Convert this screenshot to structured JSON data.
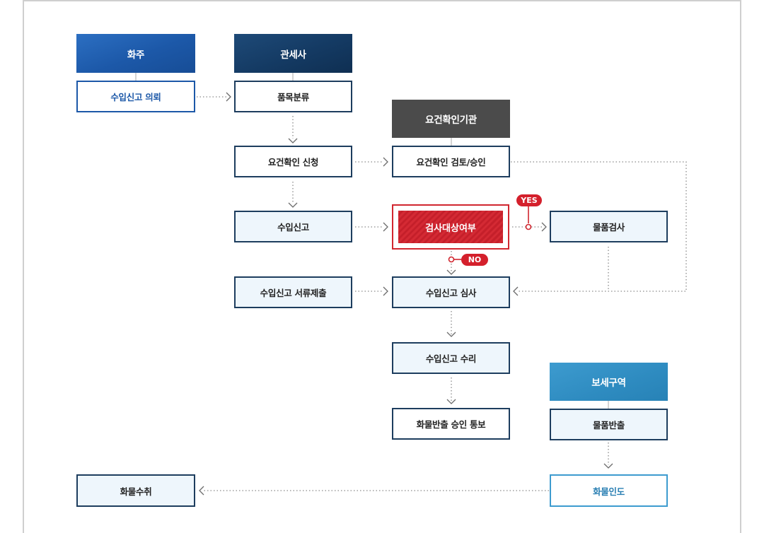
{
  "headers": {
    "shipper": "화주",
    "customs_broker": "관세사",
    "requirement_agency": "요건확인기관",
    "bonded_area": "보세구역"
  },
  "nodes": {
    "import_request": "수입신고 의뢰",
    "hs_classification": "품목분류",
    "requirement_application": "요건확인 신청",
    "requirement_review": "요건확인 검토/승인",
    "import_declaration": "수입신고",
    "inspection_target": "검사대상여부",
    "goods_inspection": "물품검사",
    "document_submission": "수입신고 서류제출",
    "declaration_review": "수입신고 심사",
    "declaration_acceptance": "수입신고 수리",
    "release_notice": "화물반출 승인 통보",
    "goods_release": "물품반출",
    "cargo_delivery": "화물인도",
    "cargo_receipt": "화물수취"
  },
  "badges": {
    "yes": "YES",
    "no": "NO"
  },
  "colors": {
    "navy": "#1d3d5e",
    "red": "#d1262f",
    "blue": "#1c58a8",
    "teal": "#3d9bcf",
    "dots": "#8a8a8a"
  }
}
